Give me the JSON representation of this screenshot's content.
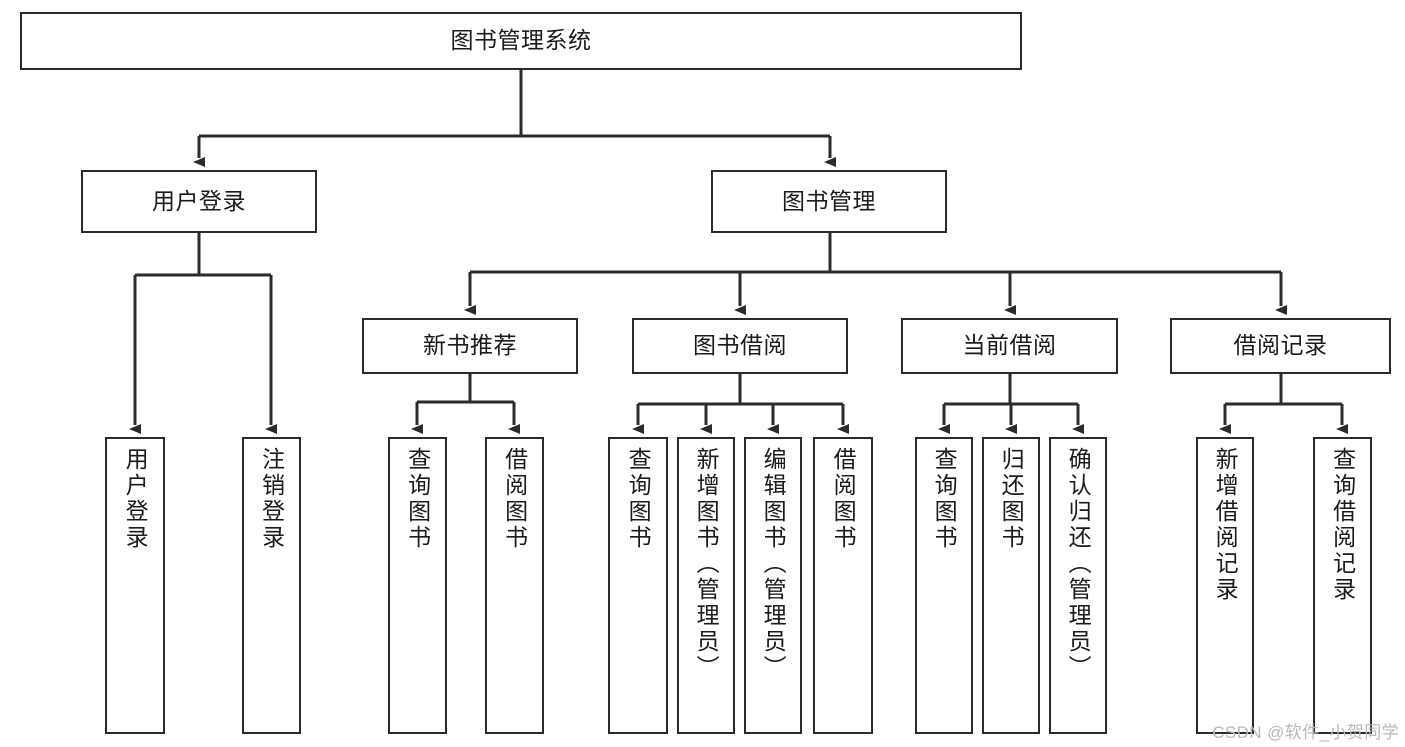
{
  "diagram": {
    "type": "tree-hierarchy-chart",
    "title": "图书管理系统",
    "colors": {
      "box_border": "#2b2b2b",
      "box_fill": "#ffffff",
      "connector": "#2b2b2b",
      "text": "#1b1b1b",
      "watermark": "#b9b9b9",
      "background": "#ffffff"
    },
    "root": {
      "label": "图书管理系统"
    },
    "level2": [
      {
        "label": "用户登录"
      },
      {
        "label": "图书管理"
      }
    ],
    "level3": [
      {
        "label": "新书推荐"
      },
      {
        "label": "图书借阅"
      },
      {
        "label": "当前借阅"
      },
      {
        "label": "借阅记录"
      }
    ],
    "leaves": {
      "user_login": [
        {
          "label": "用户登录"
        },
        {
          "label": "注销登录"
        }
      ],
      "new_book_recommend": [
        {
          "label": "查询图书"
        },
        {
          "label": "借阅图书"
        }
      ],
      "book_borrow": [
        {
          "label": "查询图书"
        },
        {
          "label": "新增图书（管理员）"
        },
        {
          "label": "编辑图书（管理员）"
        },
        {
          "label": "借阅图书"
        }
      ],
      "current_borrow": [
        {
          "label": "查询图书"
        },
        {
          "label": "归还图书"
        },
        {
          "label": "确认归还（管理员）"
        }
      ],
      "borrow_record": [
        {
          "label": "新增借阅记录"
        },
        {
          "label": "查询借阅记录"
        }
      ]
    }
  },
  "watermark": {
    "text": "CSDN @软件_小贺同学"
  }
}
